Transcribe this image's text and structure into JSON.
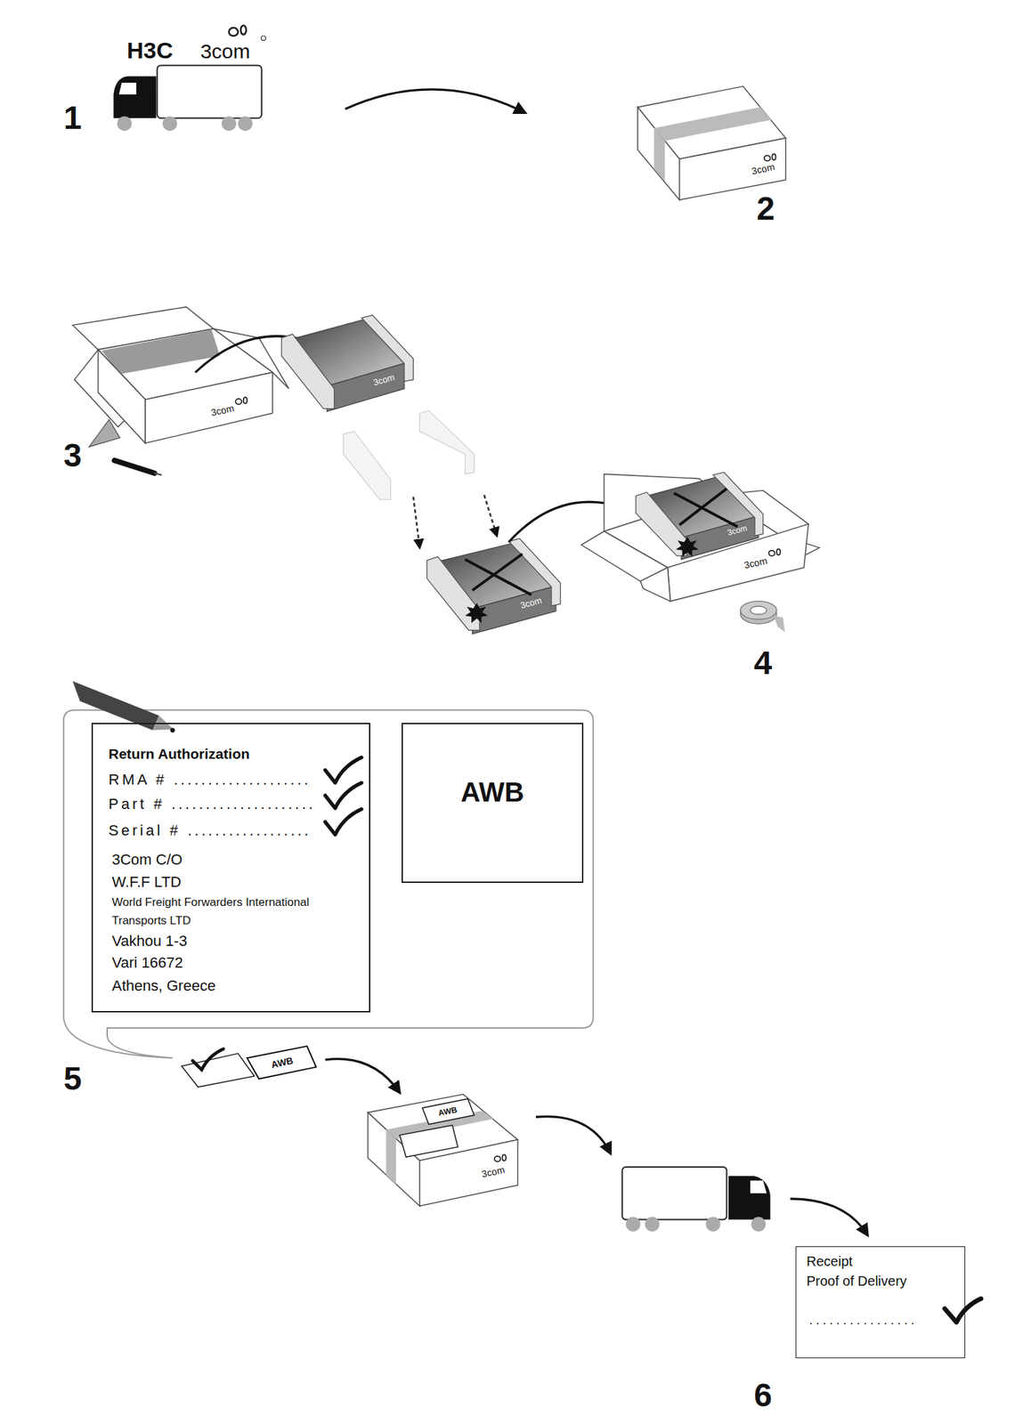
{
  "diagram": {
    "nodes": [
      {
        "text": [
          "Return Authorization",
          "RMA # ....................",
          "Part # .....................",
          "Serial # ..................",
          "3Com C/O",
          "W.F.F LTD",
          "World Freight Forwarders International Transports LTD",
          "Vakhou 1-3",
          "Vari 16672",
          "Athens, Greece"
        ]
      },
      {
        "text": [
          "AWB"
        ]
      },
      {
        "text": [
          "Receipt",
          "Proof of Delivery",
          "................"
        ]
      }
    ],
    "labels": [
      "H3C",
      "3com",
      "1",
      "2",
      "3com",
      "3com",
      "3com",
      "3",
      "3com",
      "3com",
      "3com",
      "4",
      "AWB",
      "5",
      "AWB",
      "3com",
      "6"
    ]
  }
}
